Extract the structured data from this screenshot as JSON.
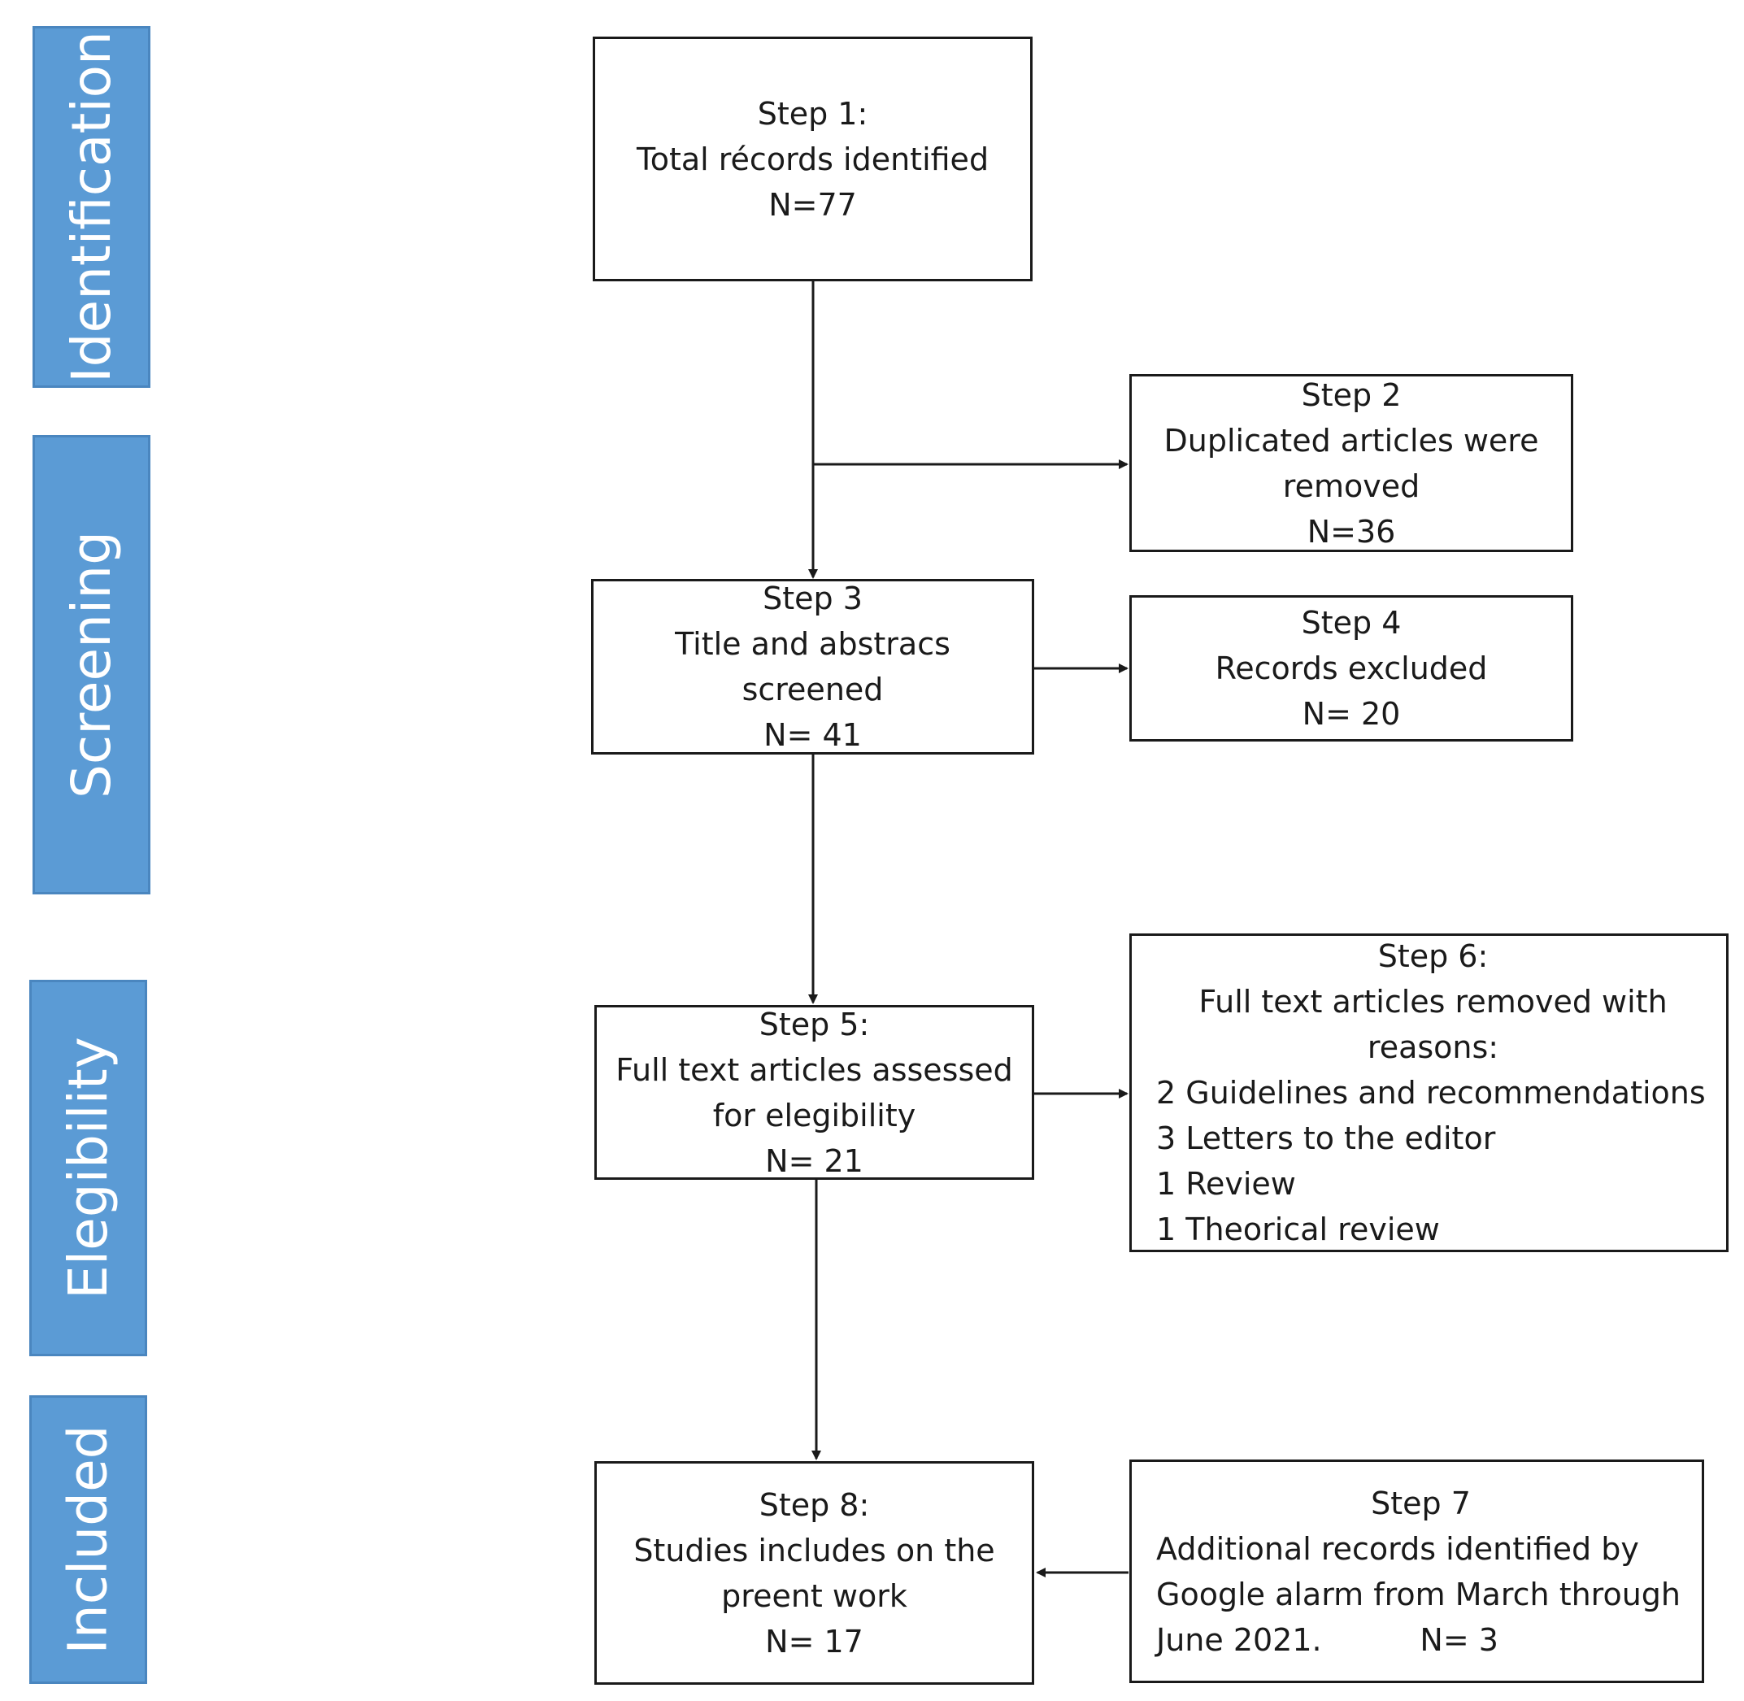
{
  "stages": {
    "identification": "Identification",
    "screening": "Screening",
    "eligibility": "Elegibility",
    "included": "Included"
  },
  "step1": {
    "title": "Step 1:",
    "line1": "Total récords identified",
    "count": "N=77"
  },
  "step2": {
    "title": "Step 2",
    "line1": "Duplicated articles were",
    "line2": "removed",
    "count": "N=36"
  },
  "step3": {
    "title": "Step 3",
    "line1": "Title and abstracs",
    "line2": "screened",
    "count": "N= 41"
  },
  "step4": {
    "title": "Step 4",
    "line1": "Records excluded",
    "count": "N= 20"
  },
  "step5": {
    "title": "Step 5:",
    "line1": "Full text articles assessed",
    "line2": "for elegibility",
    "count": "N= 21"
  },
  "step6": {
    "title": "Step 6:",
    "line1": "Full text articles removed with",
    "line2": "reasons:",
    "reasons": [
      "2 Guidelines and recommendations",
      "3 Letters to the editor",
      "1 Review",
      "1 Theorical review"
    ]
  },
  "step7": {
    "title": "Step 7",
    "line1": "Additional records identified by",
    "line2": "Google alarm from March through",
    "line3": "June 2021.          N= 3"
  },
  "step8": {
    "title": "Step 8:",
    "line1": "Studies includes on the",
    "line2": "preent work",
    "count": "N= 17"
  },
  "colors": {
    "stage_fill": "#5b9bd5",
    "stage_border": "#4a86bf",
    "stage_text": "#ffffff",
    "box_border": "#1a1a1a",
    "arrow": "#1a1a1a"
  }
}
